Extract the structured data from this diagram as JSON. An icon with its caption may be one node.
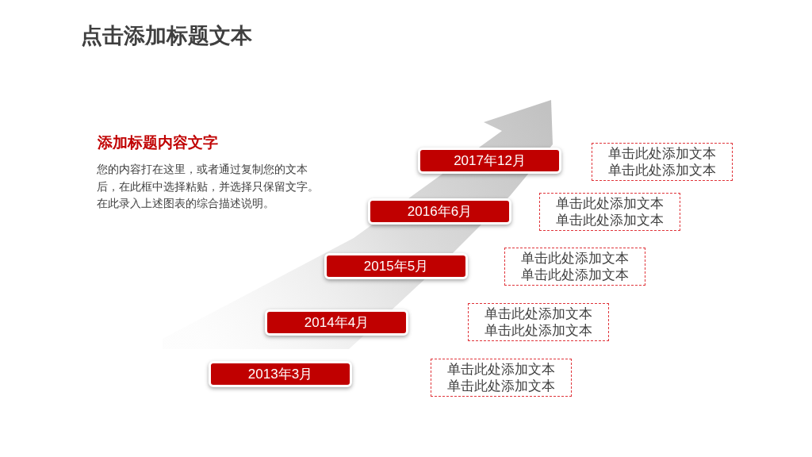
{
  "diagram": {
    "title": "点击添加标题文本",
    "nodes": [
      {
        "text": [
          "2017年12月"
        ]
      },
      {
        "text": [
          "单击此处添加文本",
          "单击此处添加文本"
        ]
      },
      {
        "text": [
          "2016年6月"
        ]
      },
      {
        "text": [
          "单击此处添加文本",
          "单击此处添加文本"
        ]
      },
      {
        "text": [
          "2015年5月"
        ]
      },
      {
        "text": [
          "单击此处添加文本",
          "单击此处添加文本"
        ]
      },
      {
        "text": [
          "2014年4月"
        ]
      },
      {
        "text": [
          "单击此处添加文本",
          "单击此处添加文本"
        ]
      },
      {
        "text": [
          "2013年3月"
        ]
      },
      {
        "text": [
          "单击此处添加文本",
          "单击此处添加文本"
        ]
      }
    ],
    "labels": [
      "添加标题内容文字",
      "您的内容打在这里，或者通过复制您的文本后，在此框中选择粘贴，并选择只保留文字。在此录入上述图表的综合描述说明。"
    ]
  }
}
